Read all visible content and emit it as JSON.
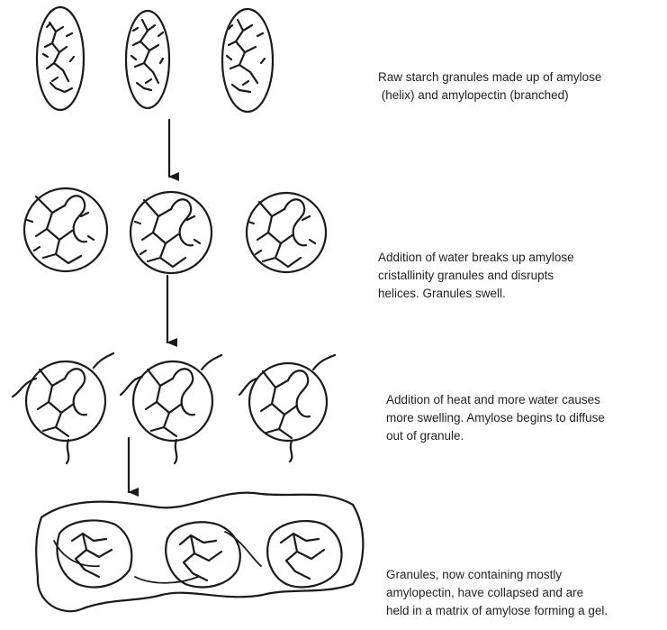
{
  "stages": [
    {
      "lines": [
        "Raw starch granules made up of amylose",
        " (helix) and amylopectin (branched)"
      ]
    },
    {
      "lines": [
        "Addition of water breaks up amylose",
        "cristallinity granules and disrupts",
        "helices. Granules swell."
      ]
    },
    {
      "lines": [
        "Addition of heat and more water causes",
        "more swelling. Amylose begins to diffuse",
        "out of granule."
      ]
    },
    {
      "lines": [
        "Granules, now containing mostly",
        "amylopectin, have collapsed and are",
        "held in a matrix of amylose forming a gel."
      ]
    }
  ],
  "colors": {
    "ink": "#1a1a1a",
    "background": "#ffffff"
  }
}
